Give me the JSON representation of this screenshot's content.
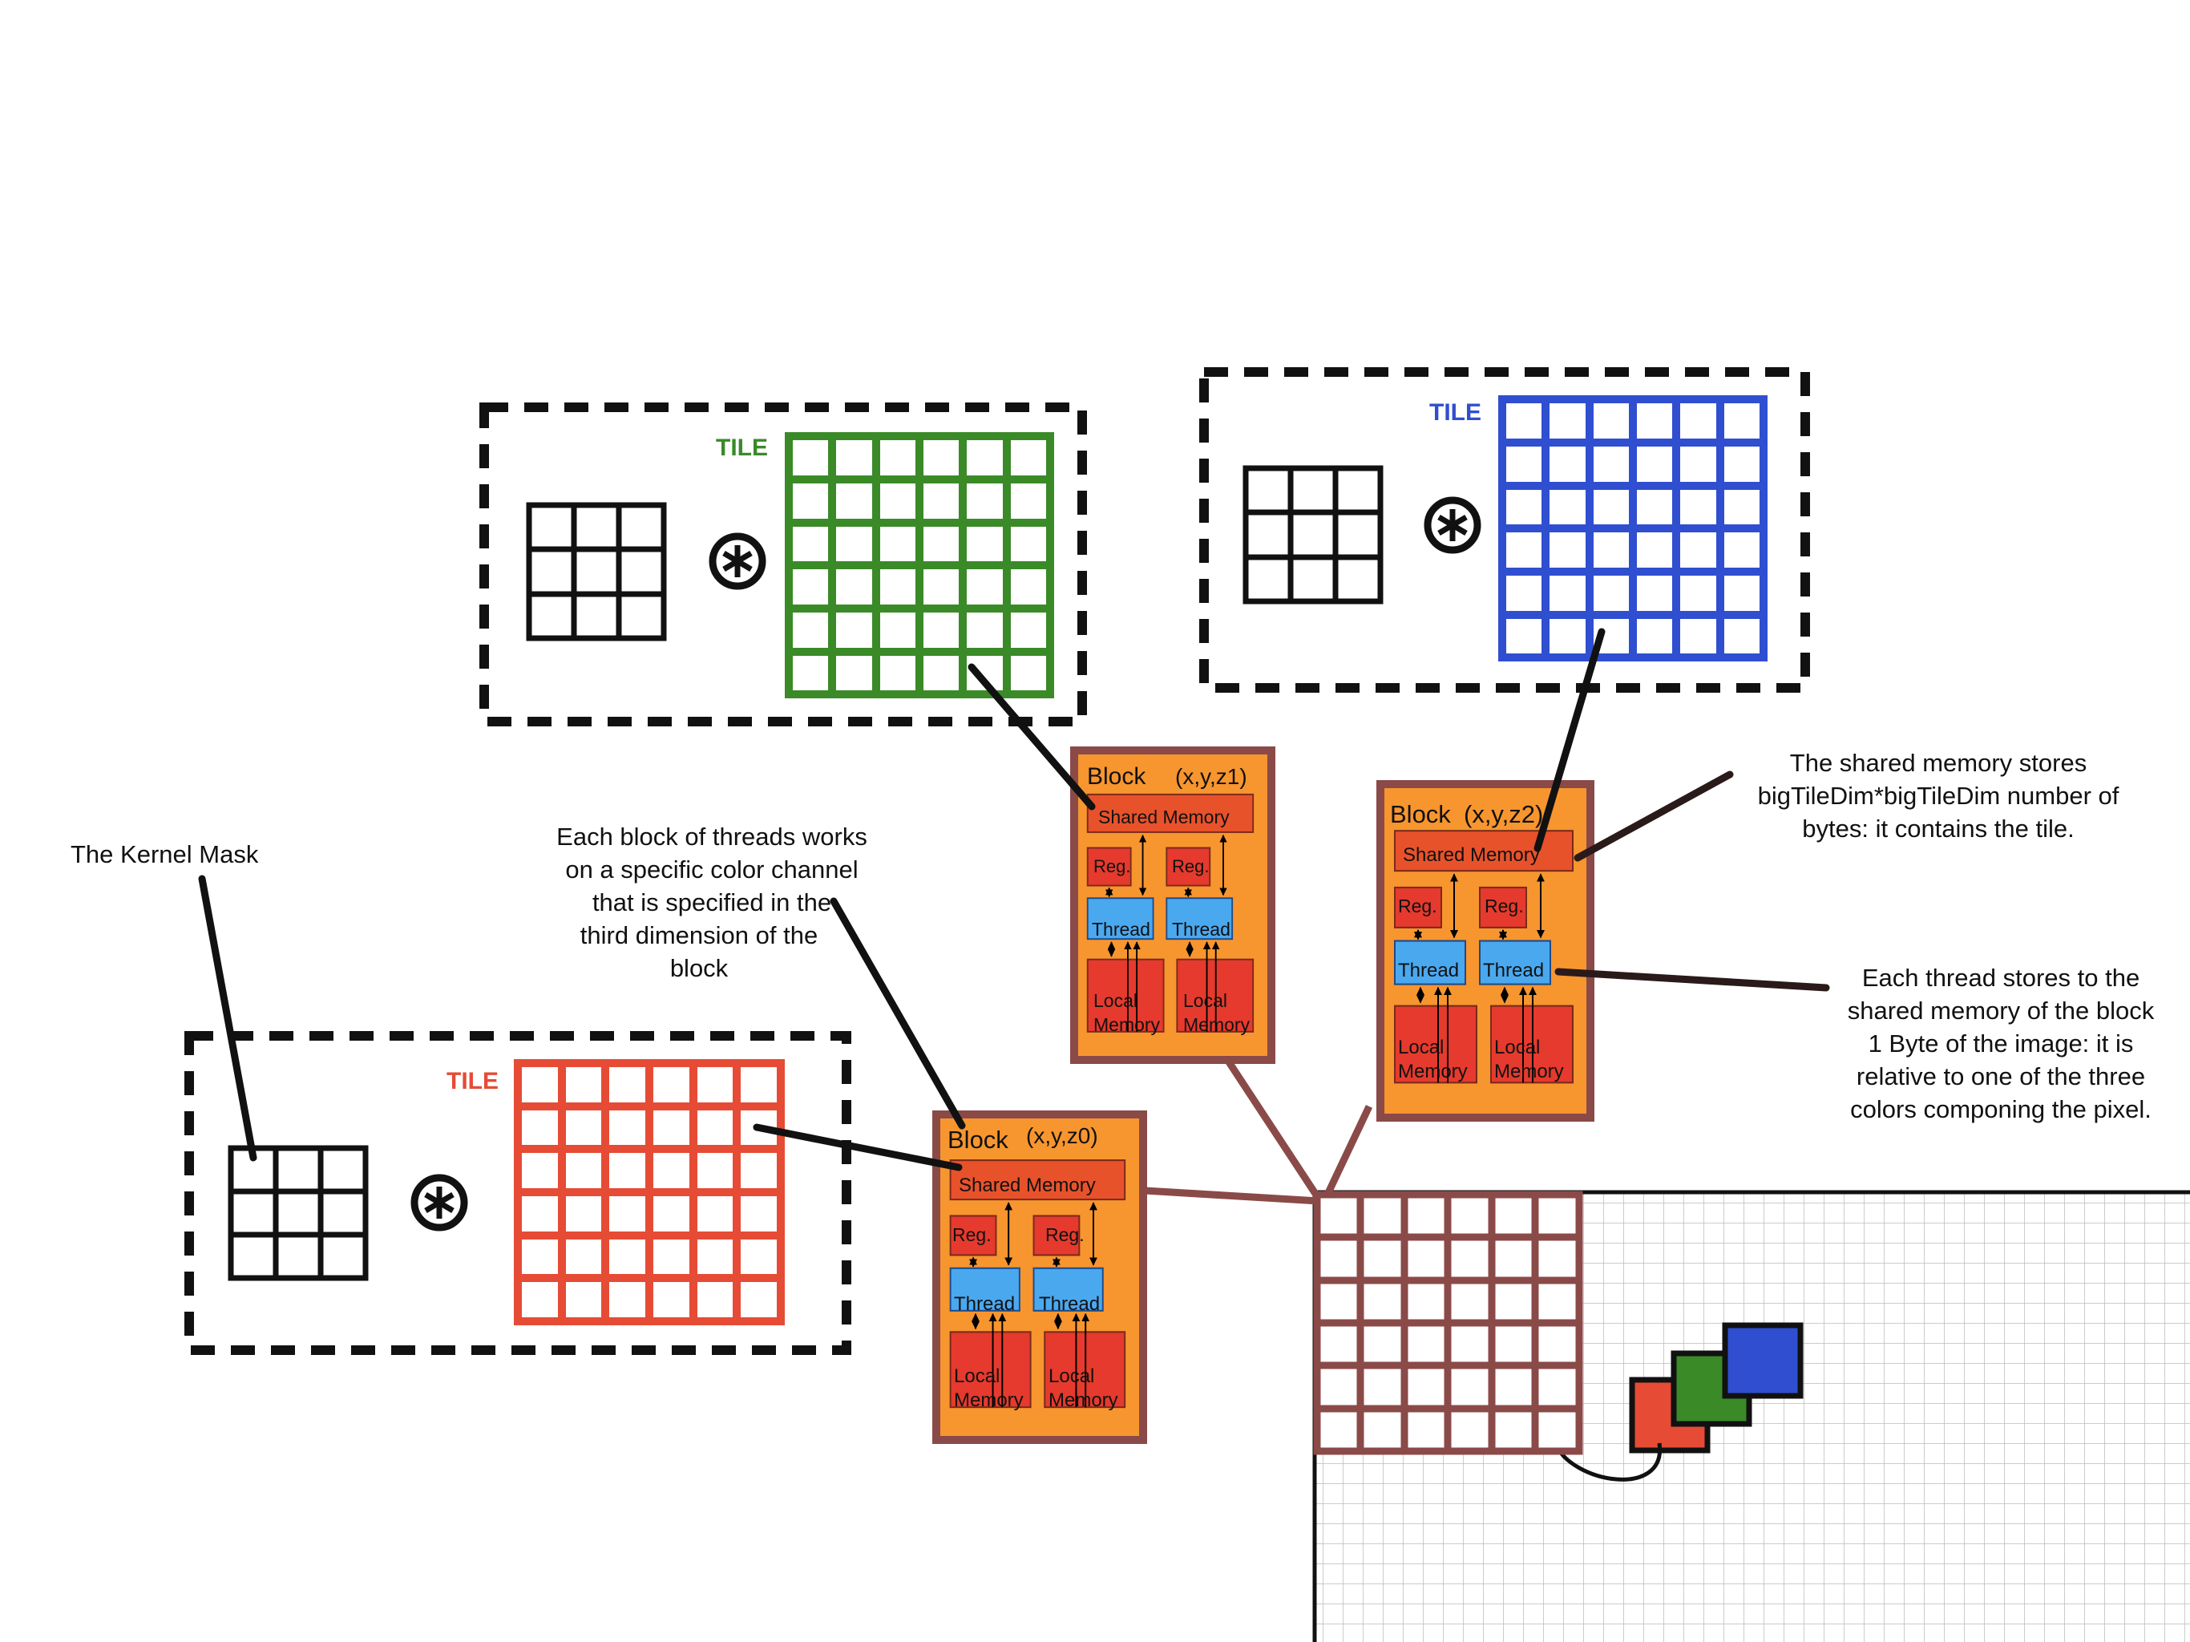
{
  "tiles": {
    "green_label": "TILE",
    "blue_label": "TILE",
    "red_label": "TILE"
  },
  "blocks": {
    "z0": {
      "title": "Block",
      "coords": "(x,y,z0)"
    },
    "z1": {
      "title": "Block",
      "coords": "(x,y,z1)"
    },
    "z2": {
      "title": "Block",
      "coords": "(x,y,z2)"
    },
    "shared_memory": "Shared Memory",
    "register": "Reg.",
    "thread": "Thread",
    "local_line1": "Local",
    "local_line2": "Memory"
  },
  "annotations": {
    "kernel_mask": "The Kernel Mask",
    "block_channel": [
      "Each block of threads works",
      "on a specific color channel",
      "that is specified in the",
      "third dimension of the",
      "block"
    ],
    "shared_memory_note": [
      "The shared memory stores",
      "bigTileDim*bigTileDim number of",
      "bytes: it contains the tile."
    ],
    "thread_note": [
      "Each thread stores to the",
      "shared memory of the block",
      "1 Byte of the image: it is",
      "relative to one of the three",
      "colors componing the pixel."
    ]
  },
  "colors": {
    "green": "#3a8a28",
    "blue": "#2f4fd0",
    "red": "#e64b35",
    "block_orange": "#f7952f",
    "block_border": "#8a4a48",
    "shared_red": "#e8522b",
    "reg_red": "#e53a2d",
    "thread_blue": "#4aa8ef",
    "connector": "#8a4a48"
  }
}
